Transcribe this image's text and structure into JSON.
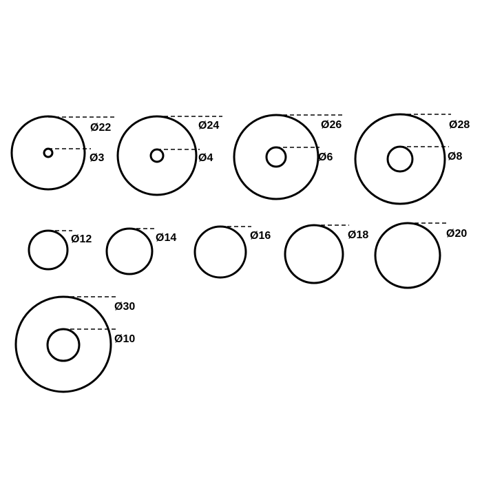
{
  "title": "",
  "items": [
    {
      "outer_label": "Ø22",
      "inner_label": "Ø3"
    },
    {
      "outer_label": "Ø24",
      "inner_label": "Ø4"
    },
    {
      "outer_label": "Ø26",
      "inner_label": "Ø6"
    },
    {
      "outer_label": "Ø28",
      "inner_label": "Ø8"
    },
    {
      "outer_label": "Ø12"
    },
    {
      "outer_label": "Ø14"
    },
    {
      "outer_label": "Ø16"
    },
    {
      "outer_label": "Ø18"
    },
    {
      "outer_label": "Ø20"
    },
    {
      "outer_label": "Ø30",
      "inner_label": "Ø10"
    }
  ]
}
